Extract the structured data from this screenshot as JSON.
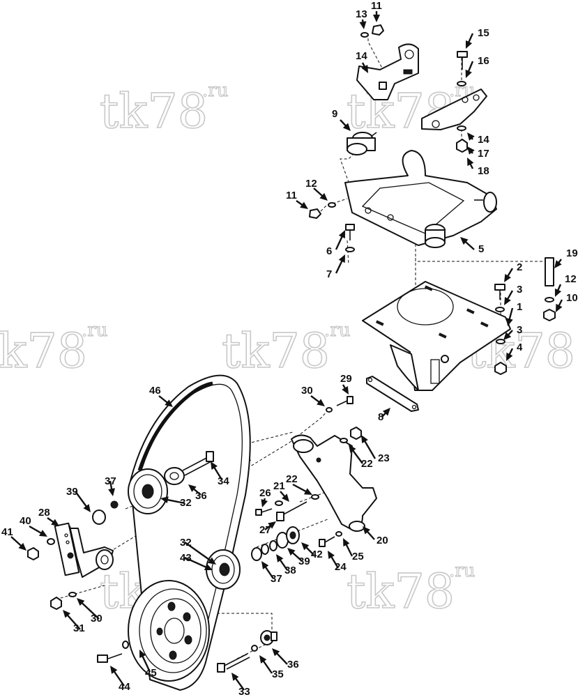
{
  "watermark": {
    "text": "tk78",
    "suffix": ".ru"
  },
  "callouts": {
    "c1": "1",
    "c2": "2",
    "c3a": "3",
    "c3b": "3",
    "c4": "4",
    "c5": "5",
    "c6": "6",
    "c7": "7",
    "c8": "8",
    "c9": "9",
    "c10": "10",
    "c11a": "11",
    "c11b": "11",
    "c12a": "12",
    "c12b": "12",
    "c13": "13",
    "c14a": "14",
    "c14b": "14",
    "c15": "15",
    "c16": "16",
    "c17": "17",
    "c18": "18",
    "c19": "19",
    "c20": "20",
    "c21": "21",
    "c22a": "22",
    "c22b": "22",
    "c23": "23",
    "c24": "24",
    "c25": "25",
    "c26": "26",
    "c27": "27",
    "c28": "28",
    "c29": "29",
    "c30a": "30",
    "c30b": "30",
    "c31": "31",
    "c32a": "32",
    "c32b": "32",
    "c33": "33",
    "c34": "34",
    "c35": "35",
    "c36a": "36",
    "c36b": "36",
    "c37a": "37",
    "c37b": "37",
    "c38": "38",
    "c39a": "39",
    "c39b": "39",
    "c40": "40",
    "c41": "41",
    "c42": "42",
    "c43": "43",
    "c44": "44",
    "c45": "45",
    "c46": "46"
  }
}
